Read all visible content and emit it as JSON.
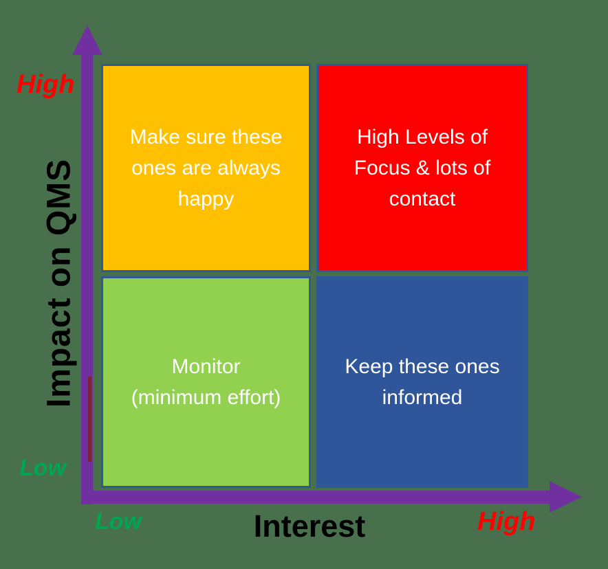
{
  "matrix": {
    "y_axis": {
      "title": "Impact on QMS",
      "high_label": "High",
      "low_label": "Low"
    },
    "x_axis": {
      "title": "Interest",
      "low_label": "Low",
      "high_label": "High"
    },
    "quadrants": {
      "top_left": {
        "text": "Make sure these\nones are always\nhappy",
        "color": "#FFC000"
      },
      "top_right": {
        "text": "High Levels of\nFocus & lots of\ncontact",
        "color": "#FC0000"
      },
      "bottom_left": {
        "text": "Monitor\n(minimum effort)",
        "color": "#92D050"
      },
      "bottom_right": {
        "text": "Keep these ones\ninformed",
        "color": "#2F559B"
      }
    },
    "colors": {
      "background": "#48704D",
      "axis": "#7030A0",
      "quadrant_border": "#2E5994",
      "quadrant_text": "#FFFFFF",
      "high_label_color": "#FF0000",
      "low_label_color": "#00A551",
      "axis_title_color": "#000000"
    },
    "icons": {
      "y_arrow": "arrow-up-icon",
      "x_arrow": "arrow-right-icon"
    }
  }
}
